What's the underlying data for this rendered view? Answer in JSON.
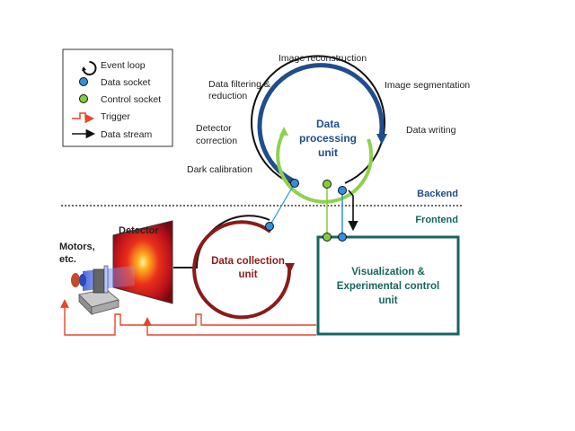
{
  "legend": {
    "event_loop": "Event loop",
    "data_socket": "Data socket",
    "control_socket": "Control socket",
    "trigger": "Trigger",
    "data_stream": "Data stream"
  },
  "steps": {
    "image_reconstruction": "Image reconstruction",
    "data_filtering_1": "Data filtering &",
    "data_filtering_2": "reduction",
    "image_segmentation": "Image segmentation",
    "detector_correction_1": "Detector",
    "detector_correction_2": "correction",
    "data_writing": "Data writing",
    "dark_calibration": "Dark calibration"
  },
  "units": {
    "processing_1": "Data",
    "processing_2": "processing",
    "processing_3": "unit",
    "collection_1": "Data collection",
    "collection_2": "unit",
    "visualization_1": "Visualization &",
    "visualization_2": "Experimental control",
    "visualization_3": "unit"
  },
  "sections": {
    "backend": "Backend",
    "frontend": "Frontend"
  },
  "hardware": {
    "detector": "Detector",
    "motors_1": "Motors,",
    "motors_2": "etc."
  },
  "colors": {
    "processing_blue": "#1f4e8c",
    "processing_green": "#8fd14f",
    "collection_red": "#8b1a1a",
    "frontend_teal": "#17665e",
    "data_socket": "#2f8fe0",
    "control_socket": "#7fcf3a",
    "trigger": "#e8442a",
    "stream": "#111111"
  }
}
